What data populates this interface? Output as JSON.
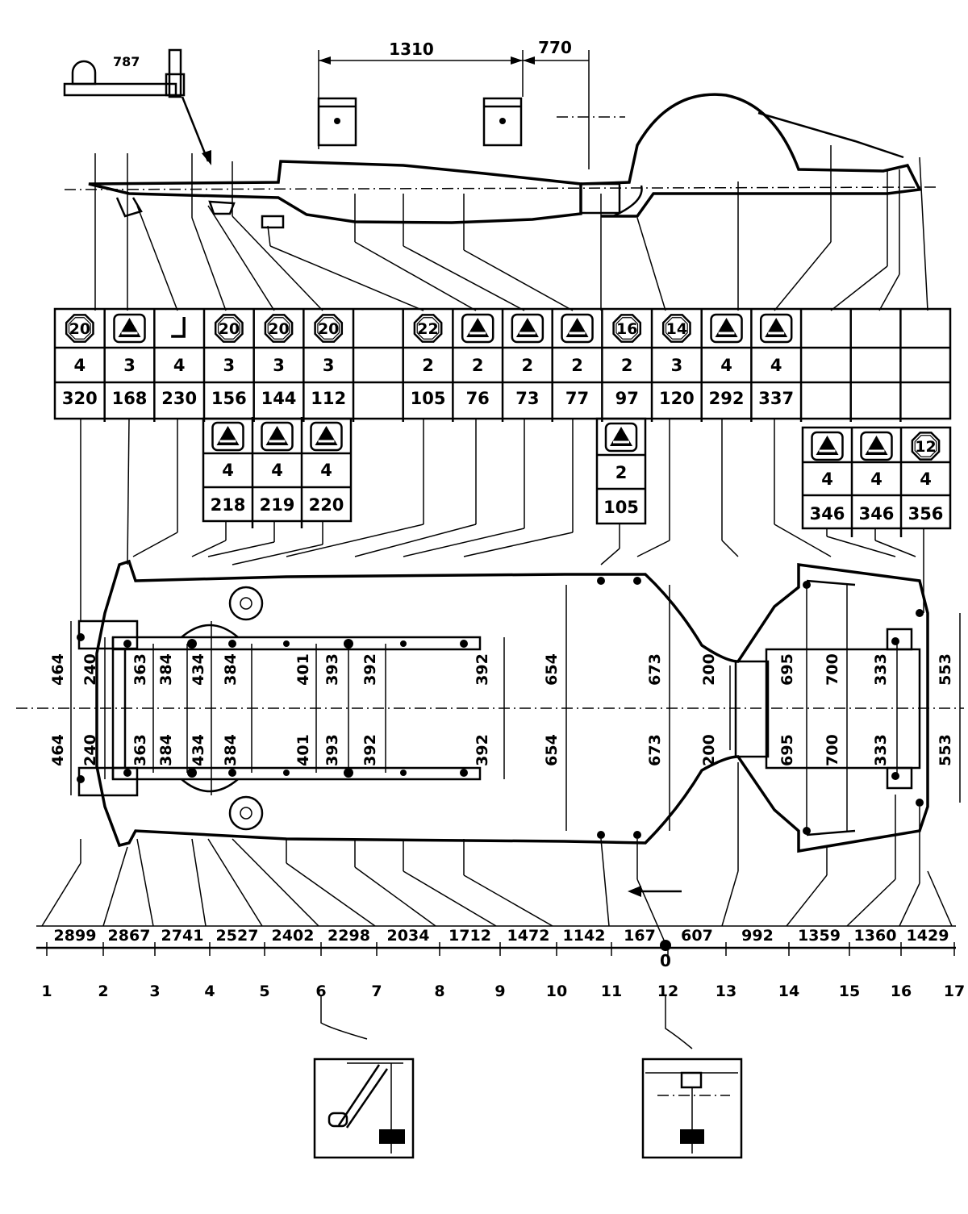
{
  "side_view": {
    "dim_top_left": "1310",
    "dim_top_right": "770",
    "tow_label": "787"
  },
  "table_main": {
    "columns": [
      {
        "icon": "hex",
        "hex_value": "20",
        "count": "4",
        "value": "320"
      },
      {
        "icon": "triangle",
        "hex_value": "",
        "count": "3",
        "value": "168"
      },
      {
        "icon": "bracket",
        "hex_value": "",
        "count": "4",
        "value": "230"
      },
      {
        "icon": "hex",
        "hex_value": "20",
        "count": "3",
        "value": "156"
      },
      {
        "icon": "hex",
        "hex_value": "20",
        "count": "3",
        "value": "144"
      },
      {
        "icon": "hex",
        "hex_value": "20",
        "count": "3",
        "value": "112"
      },
      {
        "icon": "empty",
        "hex_value": "",
        "count": "",
        "value": ""
      },
      {
        "icon": "hex",
        "hex_value": "22",
        "count": "2",
        "value": "105"
      },
      {
        "icon": "triangle",
        "hex_value": "",
        "count": "2",
        "value": "76"
      },
      {
        "icon": "triangle",
        "hex_value": "",
        "count": "2",
        "value": "73"
      },
      {
        "icon": "triangle",
        "hex_value": "",
        "count": "2",
        "value": "77"
      },
      {
        "icon": "hex",
        "hex_value": "16",
        "count": "2",
        "value": "97"
      },
      {
        "icon": "hex",
        "hex_value": "14",
        "count": "3",
        "value": "120"
      },
      {
        "icon": "triangle",
        "hex_value": "",
        "count": "4",
        "value": "292"
      },
      {
        "icon": "triangle",
        "hex_value": "",
        "count": "4",
        "value": "337"
      },
      {
        "icon": "empty",
        "hex_value": "",
        "count": "",
        "value": ""
      },
      {
        "icon": "empty",
        "hex_value": "",
        "count": "",
        "value": ""
      },
      {
        "icon": "empty",
        "hex_value": "",
        "count": "",
        "value": ""
      }
    ]
  },
  "table_sub_left": [
    {
      "icon": "triangle",
      "count": "4",
      "value": "218"
    },
    {
      "icon": "triangle",
      "count": "4",
      "value": "219"
    },
    {
      "icon": "triangle",
      "count": "4",
      "value": "220"
    }
  ],
  "table_sub_mid": [
    {
      "icon": "triangle",
      "count": "2",
      "value": "105"
    }
  ],
  "table_sub_right": [
    {
      "icon": "triangle",
      "hex_value": "",
      "count": "4",
      "value": "346"
    },
    {
      "icon": "triangle",
      "hex_value": "",
      "count": "4",
      "value": "346"
    },
    {
      "icon": "hex",
      "hex_value": "12",
      "count": "4",
      "value": "356"
    }
  ],
  "plan_dims": {
    "upper": [
      "464",
      "240",
      "363",
      "384",
      "434",
      "384",
      "401",
      "393",
      "392",
      "392",
      "654",
      "673",
      "200",
      "695",
      "700",
      "333",
      "553"
    ],
    "lower": [
      "464",
      "240",
      "363",
      "384",
      "434",
      "384",
      "401",
      "393",
      "392",
      "392",
      "654",
      "673",
      "200",
      "695",
      "700",
      "333",
      "553"
    ]
  },
  "axis": {
    "distances": [
      "2899",
      "2867",
      "2741",
      "2527",
      "2402",
      "2298",
      "2034",
      "1712",
      "1472",
      "1142",
      "167",
      "607",
      "992",
      "1359",
      "1360",
      "1429"
    ],
    "zero_label": "0",
    "points": [
      "1",
      "2",
      "3",
      "4",
      "5",
      "6",
      "7",
      "8",
      "9",
      "10",
      "11",
      "12",
      "13",
      "14",
      "15",
      "16",
      "17"
    ]
  }
}
